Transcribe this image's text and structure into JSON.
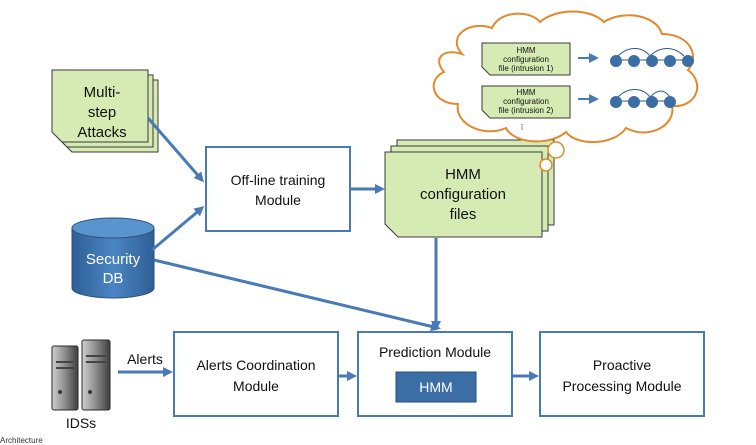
{
  "multistep": [
    "Multi-",
    "step",
    "Attacks"
  ],
  "security_db": [
    "Security",
    "DB"
  ],
  "offline": [
    "Off-line training",
    "Module"
  ],
  "hmm_files": [
    "HMM",
    "configuration",
    "files"
  ],
  "cloud": {
    "file1": [
      "HMM",
      "configuration",
      "file (intrusion 1)"
    ],
    "file2": [
      "HMM",
      "configuration",
      "file (intrusion 2)"
    ],
    "ellipsis": "⁝"
  },
  "ids_label": "IDSs",
  "alerts_label": "Alerts",
  "alerts_coord": [
    "Alerts Coordination",
    "Module"
  ],
  "prediction": "Prediction Module",
  "hmm": "HMM",
  "proactive": [
    "Proactive",
    "Processing Module"
  ],
  "corner_text": "Architecture",
  "colors": {
    "accent": "#4a7ab5",
    "note": "#d6ebb3",
    "hmm_fill": "#3a6ea5",
    "db_fill": "#3a6ea5"
  }
}
